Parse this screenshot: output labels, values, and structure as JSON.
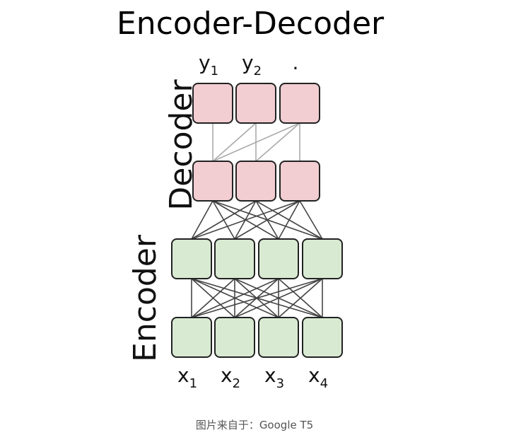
{
  "title": "Encoder-Decoder",
  "caption": "图片来自于：Google T5",
  "decoder_label": "Decoder",
  "encoder_label": "Encoder",
  "outputs": [
    {
      "base": "y",
      "sub": "1"
    },
    {
      "base": "y",
      "sub": "2"
    },
    {
      "base": ".",
      "sub": ""
    }
  ],
  "inputs": [
    {
      "base": "x",
      "sub": "1"
    },
    {
      "base": "x",
      "sub": "2"
    },
    {
      "base": "x",
      "sub": "3"
    },
    {
      "base": "x",
      "sub": "4"
    }
  ],
  "colors": {
    "decoder_fill": "#f2cdd2",
    "encoder_fill": "#d9ead3",
    "box_stroke": "#222222",
    "encoder_edge": "#444444",
    "decoder_edge": "#aaaaaa"
  }
}
